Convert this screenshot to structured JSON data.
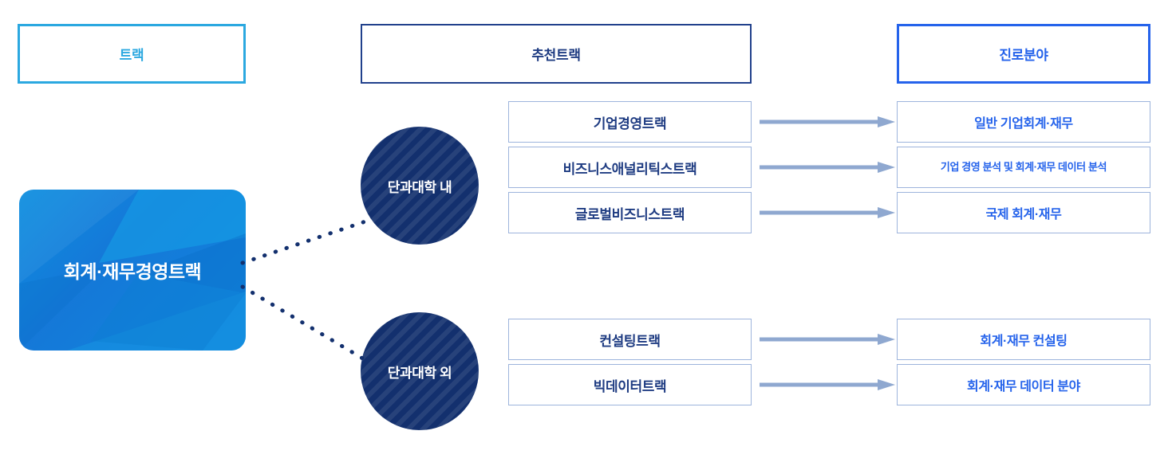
{
  "headers": [
    {
      "id": "track",
      "label": "트랙",
      "color": "#2BA8E0"
    },
    {
      "id": "recommended",
      "label": "추천트랙",
      "color": "#1F3C82"
    },
    {
      "id": "career",
      "label": "진로분야",
      "color": "#2563EB"
    }
  ],
  "main_card": {
    "label": "회계·재무경영트랙",
    "color_start": "#0d8fe0",
    "color_end": "#0f86dd",
    "text_color": "#ffffff"
  },
  "groups": [
    {
      "id": "in-college",
      "circle_label": "단과대학 내",
      "circle_color": "#13306E",
      "rows": [
        {
          "track": "기업경영트랙",
          "career": "일반 기업회계·재무",
          "career_lines": 1
        },
        {
          "track": "비즈니스애널리틱스트랙",
          "career": "기업 경영 분석 및 회계·재무 데이터 분석",
          "career_lines": 2
        },
        {
          "track": "글로벌비즈니스트랙",
          "career": "국제 회계·재무",
          "career_lines": 1
        }
      ]
    },
    {
      "id": "out-college",
      "circle_label": "단과대학 외",
      "circle_color": "#13306E",
      "rows": [
        {
          "track": "컨설팅트랙",
          "career": "회계·재무 컨설팅",
          "career_lines": 1
        },
        {
          "track": "빅데이터트랙",
          "career": "회계·재무 데이터 분야",
          "career_lines": 1
        }
      ]
    }
  ],
  "connectors": {
    "dot_color": "#13306E",
    "arrow_color": "#8FA8D0",
    "box_border_color": "#9DB4DC"
  }
}
